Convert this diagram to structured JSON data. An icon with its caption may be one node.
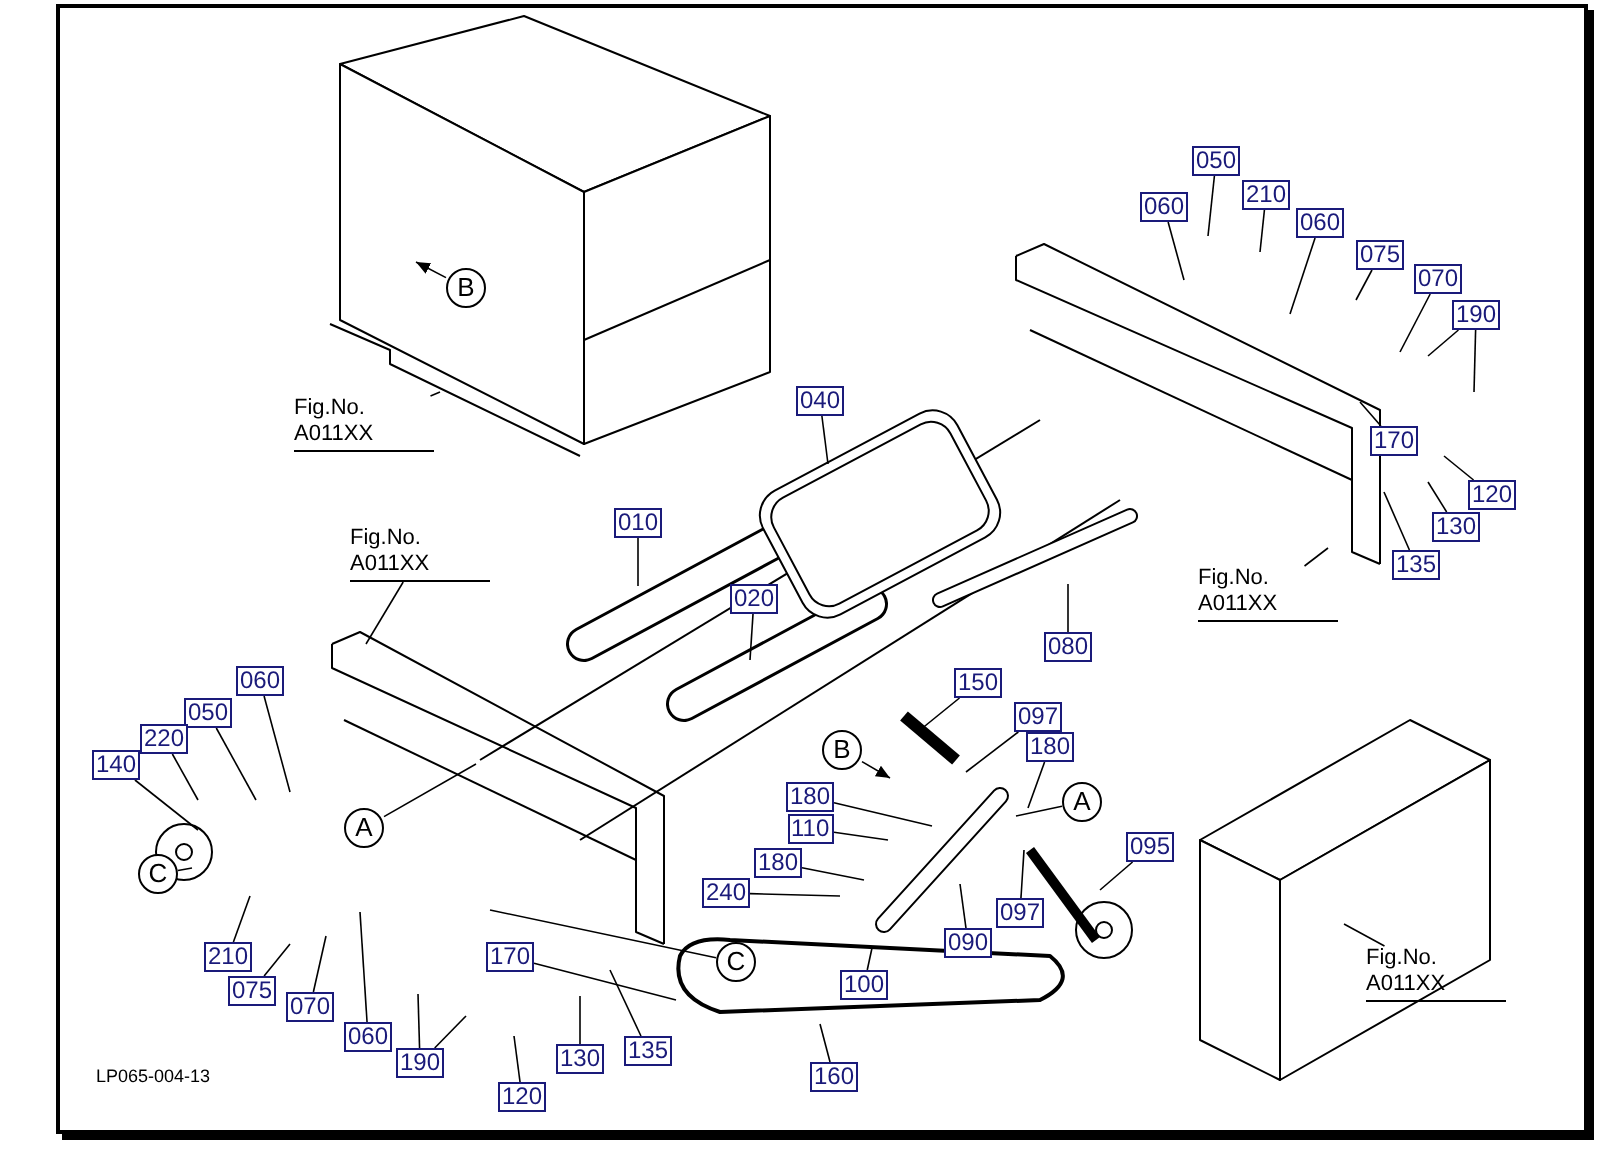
{
  "diagram": {
    "nodes": [
      {
        "text": [
          "B"
        ]
      },
      {
        "text": [
          "050"
        ]
      },
      {
        "text": [
          "210"
        ]
      },
      {
        "text": [
          "060"
        ]
      },
      {
        "text": [
          "060"
        ]
      },
      {
        "text": [
          "075"
        ]
      },
      {
        "text": [
          "070"
        ]
      },
      {
        "text": [
          "190"
        ]
      },
      {
        "text": [
          "Fig.No. A011XX"
        ]
      },
      {
        "text": [
          "040"
        ]
      },
      {
        "text": [
          "170"
        ]
      },
      {
        "text": [
          "120"
        ]
      },
      {
        "text": [
          "010"
        ]
      },
      {
        "text": [
          "130"
        ]
      },
      {
        "text": [
          "Fig.No. A011XX"
        ]
      },
      {
        "text": [
          "135"
        ]
      },
      {
        "text": [
          "020"
        ]
      },
      {
        "text": [
          "Fig.No. A011XX"
        ]
      },
      {
        "text": [
          "080"
        ]
      },
      {
        "text": [
          "060"
        ]
      },
      {
        "text": [
          "150"
        ]
      },
      {
        "text": [
          "050"
        ]
      },
      {
        "text": [
          "097"
        ]
      },
      {
        "text": [
          "220"
        ]
      },
      {
        "text": [
          "180"
        ]
      },
      {
        "text": [
          "B"
        ]
      },
      {
        "text": [
          "140"
        ]
      },
      {
        "text": [
          "180"
        ]
      },
      {
        "text": [
          "A"
        ]
      },
      {
        "text": [
          "A"
        ]
      },
      {
        "text": [
          "110"
        ]
      },
      {
        "text": [
          "095"
        ]
      },
      {
        "text": [
          "180"
        ]
      },
      {
        "text": [
          "C"
        ]
      },
      {
        "text": [
          "240"
        ]
      },
      {
        "text": [
          "097"
        ]
      },
      {
        "text": [
          "090"
        ]
      },
      {
        "text": [
          "210"
        ]
      },
      {
        "text": [
          "170"
        ]
      },
      {
        "text": [
          "C"
        ]
      },
      {
        "text": [
          "Fig.No. A011XX"
        ]
      },
      {
        "text": [
          "075"
        ]
      },
      {
        "text": [
          "100"
        ]
      },
      {
        "text": [
          "070"
        ]
      },
      {
        "text": [
          "060"
        ]
      },
      {
        "text": [
          "135"
        ]
      },
      {
        "text": [
          "130"
        ]
      },
      {
        "text": [
          "190"
        ]
      },
      {
        "text": [
          "160"
        ]
      },
      {
        "text": [
          "120"
        ]
      }
    ],
    "edges": [
      {
        "from": 0,
        "to": null,
        "arrow": "to"
      },
      {
        "from": 1,
        "to": null,
        "arrow": "none"
      },
      {
        "from": 2,
        "to": null,
        "arrow": "none"
      },
      {
        "from": 3,
        "to": null,
        "arrow": "none"
      },
      {
        "from": 4,
        "to": null,
        "arrow": "none"
      },
      {
        "from": 5,
        "to": null,
        "arrow": "none"
      },
      {
        "from": 6,
        "to": null,
        "arrow": "none"
      },
      {
        "from": 7,
        "to": null,
        "arrow": "none"
      },
      {
        "from": 7,
        "to": null,
        "arrow": "none"
      },
      {
        "from": 8,
        "to": null,
        "arrow": "none"
      },
      {
        "from": 9,
        "to": null,
        "arrow": "none"
      },
      {
        "from": 10,
        "to": null,
        "arrow": "none"
      },
      {
        "from": 11,
        "to": null,
        "arrow": "none"
      },
      {
        "from": 12,
        "to": null,
        "arrow": "none"
      },
      {
        "from": 13,
        "to": null,
        "arrow": "none"
      },
      {
        "from": 14,
        "to": null,
        "arrow": "none"
      },
      {
        "from": 15,
        "to": null,
        "arrow": "none"
      },
      {
        "from": 16,
        "to": null,
        "arrow": "none"
      },
      {
        "from": 17,
        "to": null,
        "arrow": "none"
      },
      {
        "from": 18,
        "to": null,
        "arrow": "none"
      },
      {
        "from": 19,
        "to": null,
        "arrow": "none"
      },
      {
        "from": 20,
        "to": null,
        "arrow": "none"
      },
      {
        "from": 21,
        "to": null,
        "arrow": "none"
      },
      {
        "from": 22,
        "to": null,
        "arrow": "none"
      },
      {
        "from": 23,
        "to": null,
        "arrow": "none"
      },
      {
        "from": 24,
        "to": null,
        "arrow": "none"
      },
      {
        "from": 25,
        "to": null,
        "arrow": "to"
      },
      {
        "from": 26,
        "to": null,
        "arrow": "none"
      },
      {
        "from": 27,
        "to": null,
        "arrow": "none"
      },
      {
        "from": 28,
        "to": null,
        "arrow": "none"
      },
      {
        "from": 29,
        "to": null,
        "arrow": "none"
      },
      {
        "from": 30,
        "to": null,
        "arrow": "none"
      },
      {
        "from": 31,
        "to": null,
        "arrow": "none"
      },
      {
        "from": 32,
        "to": null,
        "arrow": "none"
      },
      {
        "from": 33,
        "to": null,
        "arrow": "none"
      },
      {
        "from": 34,
        "to": null,
        "arrow": "none"
      },
      {
        "from": 35,
        "to": null,
        "arrow": "none"
      },
      {
        "from": 36,
        "to": null,
        "arrow": "none"
      },
      {
        "from": 37,
        "to": null,
        "arrow": "none"
      },
      {
        "from": 38,
        "to": null,
        "arrow": "none"
      },
      {
        "from": 39,
        "to": null,
        "arrow": "none"
      },
      {
        "from": 40,
        "to": null,
        "arrow": "none"
      },
      {
        "from": 41,
        "to": null,
        "arrow": "none"
      },
      {
        "from": 42,
        "to": null,
        "arrow": "none"
      },
      {
        "from": 43,
        "to": null,
        "arrow": "none"
      },
      {
        "from": 44,
        "to": null,
        "arrow": "none"
      },
      {
        "from": 45,
        "to": null,
        "arrow": "none"
      },
      {
        "from": 46,
        "to": null,
        "arrow": "none"
      },
      {
        "from": 47,
        "to": null,
        "arrow": "none"
      },
      {
        "from": 47,
        "to": null,
        "arrow": "none"
      },
      {
        "from": 48,
        "to": null,
        "arrow": "none"
      },
      {
        "from": 49,
        "to": null,
        "arrow": "none"
      }
    ],
    "labels": [
      "LP065-004-13"
    ]
  }
}
